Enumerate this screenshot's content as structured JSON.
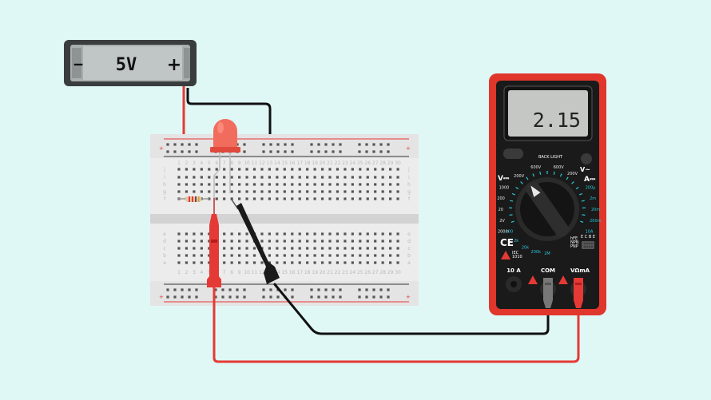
{
  "battery": {
    "voltage_label": "5V",
    "minus_symbol": "‒",
    "plus_symbol": "+"
  },
  "breadboard": {
    "column_numbers": [
      "1",
      "2",
      "3",
      "4",
      "5",
      "6",
      "7",
      "8",
      "9",
      "10",
      "11",
      "12",
      "13",
      "14",
      "15",
      "16",
      "17",
      "18",
      "19",
      "20",
      "21",
      "22",
      "23",
      "24",
      "25",
      "26",
      "27",
      "28",
      "29",
      "30"
    ],
    "top_row_letters": [
      "j",
      "i",
      "h",
      "g",
      "f"
    ],
    "bottom_row_letters": [
      "e",
      "d",
      "c",
      "b",
      "a"
    ]
  },
  "multimeter": {
    "display_value": "2.15",
    "backlight_label": "BACK LIGHT",
    "volt_dc_label": "V⎓",
    "volt_ac_label": "V~",
    "amp_dc_label": "A⎓",
    "hfe_label": "hFE\nNPN\nPNP",
    "ecbe_label": "E C B E",
    "ce_mark": "CE",
    "iec_label": "IEC\n1010",
    "port_10a": "10 A",
    "port_com": "COM",
    "port_vma": "VΩmA",
    "dial_labels": {
      "v_dc": [
        "1000",
        "200",
        "20",
        "2V",
        "200m"
      ],
      "ac": [
        "600V",
        "200V"
      ],
      "ohm": [
        "200",
        "2k",
        "20k",
        "200k",
        "2M"
      ],
      "amp": [
        "200μ",
        "2m",
        "20m",
        "200m",
        "10A"
      ],
      "v_ac_top": [
        "600V",
        "200V"
      ]
    }
  },
  "colors": {
    "background": "#dff8f6",
    "wire_red": "#e53935",
    "wire_black": "#111111",
    "multimeter_body": "#e0362c",
    "multimeter_face": "#1a1a1a",
    "lcd": "#c4c7c4",
    "led": "#f26c5e",
    "breadboard": "#ededed"
  }
}
